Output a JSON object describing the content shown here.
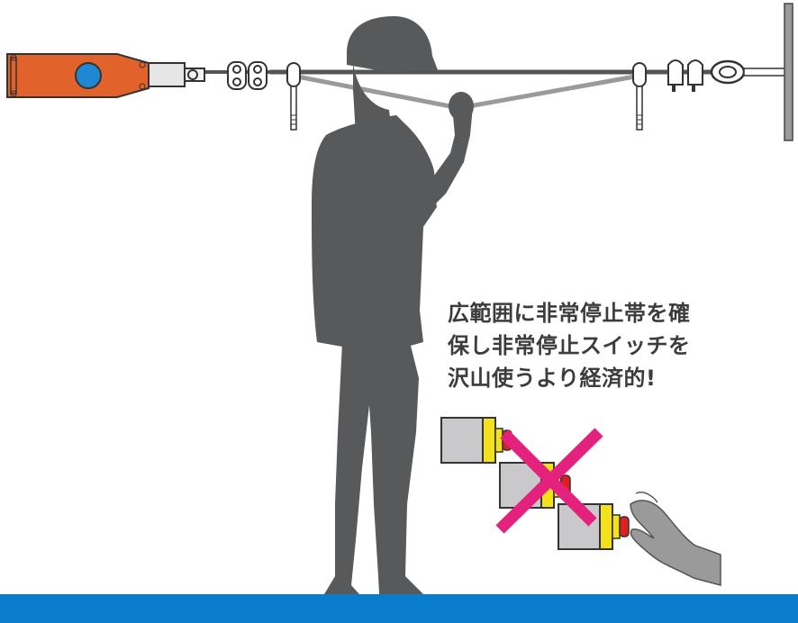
{
  "caption": {
    "lines": [
      "広範囲に非常停止帯を確",
      "保し非常停止スイッチを",
      "沢山使うより経済的!"
    ]
  },
  "colors": {
    "switch_body": "#e2622c",
    "switch_button": "#1e88d3",
    "silhouette": "#58595b",
    "cross": "#e4217c",
    "floor": "#0a7ccc",
    "estop_yellow": "#f3e21a",
    "estop_red": "#e02020",
    "estop_grey": "#c9c9cb"
  },
  "icons": [
    "pull-wire-switch-icon",
    "wire-rope-icon",
    "wire-clamp-icon",
    "eye-bolt-icon",
    "turnbuckle-icon",
    "end-post-icon",
    "worker-silhouette-icon",
    "estop-switch-icon",
    "cross-mark-icon",
    "hand-icon"
  ]
}
